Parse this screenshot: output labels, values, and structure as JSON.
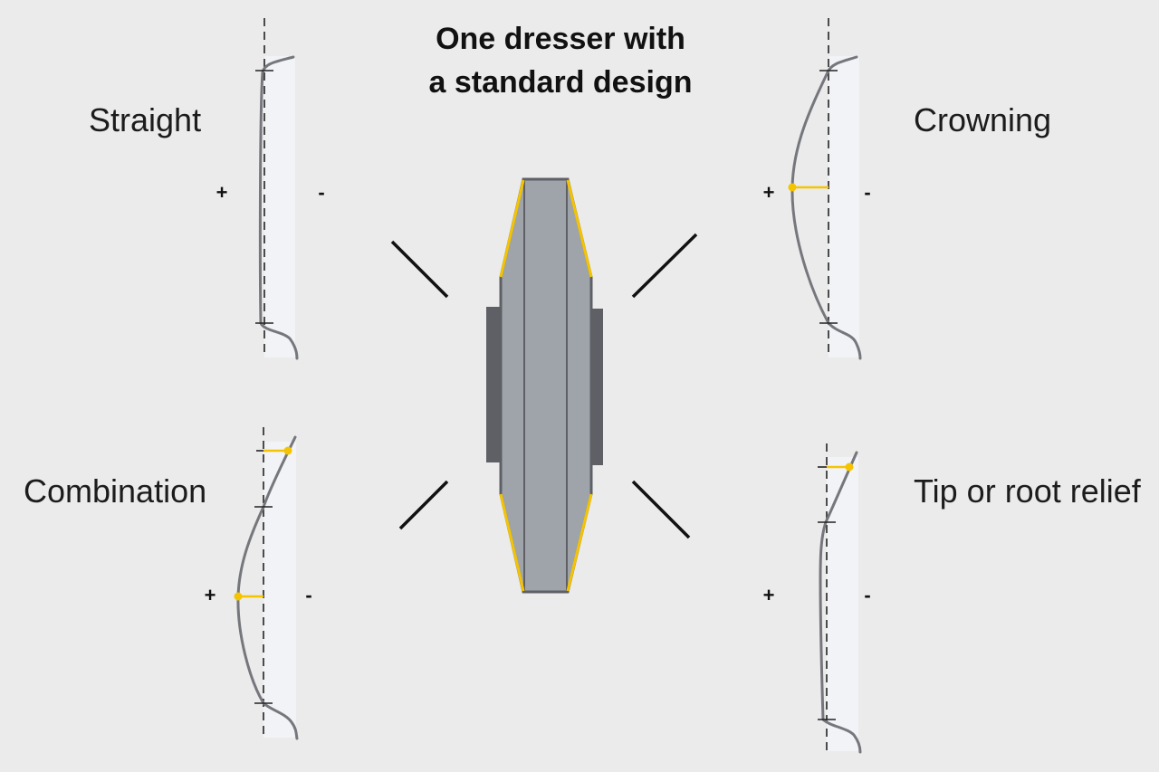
{
  "title": {
    "line1": "One dresser with",
    "line2": "a standard design"
  },
  "profiles": [
    {
      "label": "Straight",
      "plus": "+",
      "minus": "-"
    },
    {
      "label": "Crowning",
      "plus": "+",
      "minus": "-"
    },
    {
      "label": "Combination",
      "plus": "+",
      "minus": "-"
    },
    {
      "label": "Tip or root relief",
      "plus": "+",
      "minus": "-"
    }
  ],
  "colors": {
    "background": "#ebebeb",
    "highlight": "#f5c400",
    "dresser_body": "#9ea4aa",
    "dresser_edge": "#5e6066",
    "profile_line": "#76777d"
  }
}
